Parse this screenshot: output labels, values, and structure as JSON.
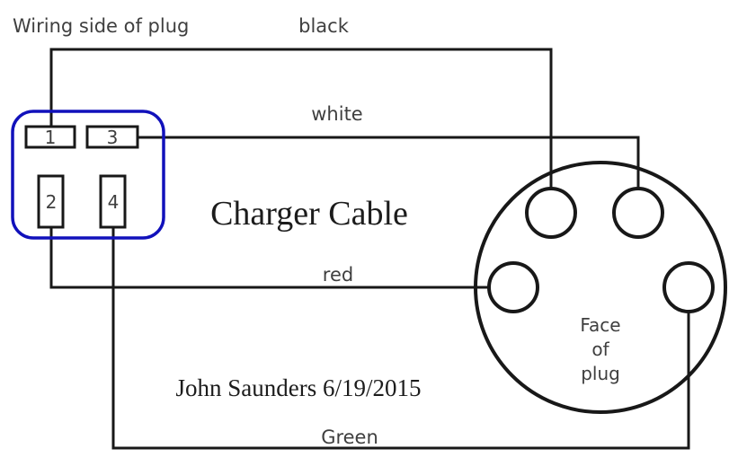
{
  "diagram": {
    "title": "Charger Cable",
    "credit": "John Saunders 6/19/2015",
    "wiring_side_label": "Wiring side of plug",
    "wires": {
      "black": "black",
      "white": "white",
      "red": "red",
      "green": "Green"
    },
    "connector_pins": [
      "1",
      "3",
      "2",
      "4"
    ],
    "face_label_lines": [
      "Face",
      "of",
      "plug"
    ]
  },
  "colors": {
    "background": "#ffffff",
    "wire-line": "#181818",
    "connector-outline": "#1111bb",
    "label-text": "#3f3f3f",
    "serif-text": "#1c1c1c"
  }
}
